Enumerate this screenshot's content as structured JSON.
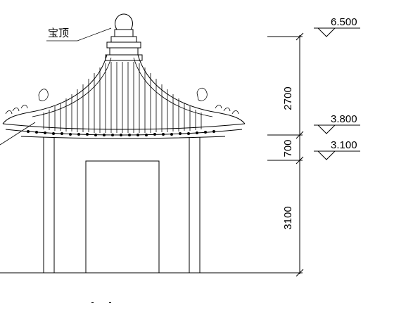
{
  "labels": {
    "finial": "宝顶"
  },
  "elevations": [
    {
      "value": "6.500"
    },
    {
      "value": "3.800"
    },
    {
      "value": "3.100"
    }
  ],
  "dimensions": [
    {
      "value": "2700"
    },
    {
      "value": "700"
    },
    {
      "value": "3100"
    }
  ]
}
